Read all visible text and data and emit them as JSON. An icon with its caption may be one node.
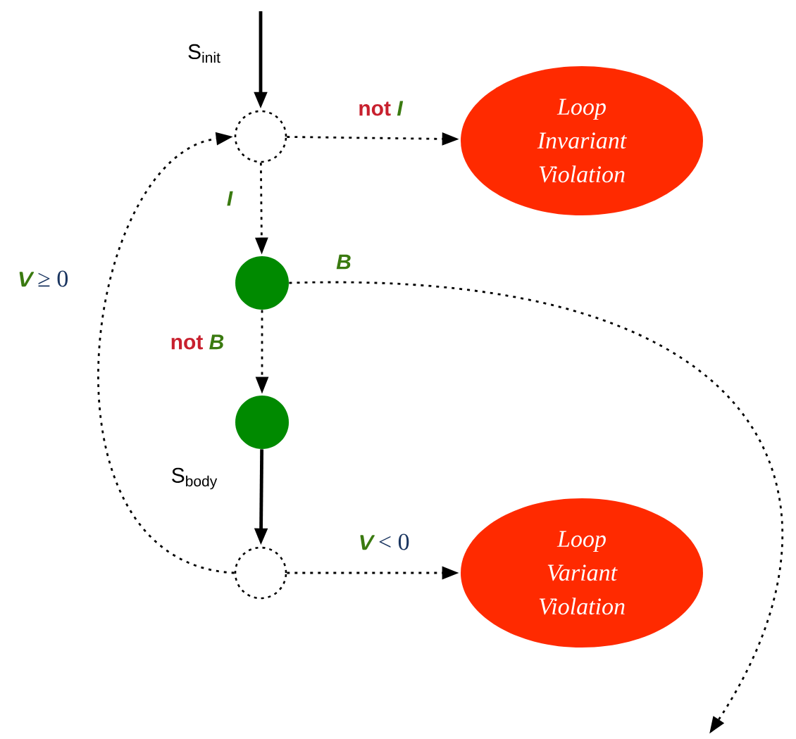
{
  "diagram": {
    "nodes": [
      {
        "text": [],
        "shape": "circle"
      },
      {
        "text": [
          "Loop Invariant Violation"
        ]
      },
      {
        "text": [],
        "shape": "circle"
      },
      {
        "text": [],
        "shape": "circle"
      },
      {
        "text": [],
        "shape": "circle"
      },
      {
        "text": [
          "Loop Variant Violation"
        ]
      }
    ],
    "edges": [
      {
        "from": null,
        "to": 0,
        "arrow": "to",
        "label": "S$_{init}$"
      },
      {
        "from": 0,
        "to": 1,
        "arrow": "to",
        "label": "not *I*",
        "style": "dashed"
      },
      {
        "from": 0,
        "to": 2,
        "arrow": "to",
        "label": "I",
        "style": "dashed"
      },
      {
        "from": 2,
        "to": null,
        "arrow": "to",
        "label": "B",
        "style": "dashed"
      },
      {
        "from": 2,
        "to": 3,
        "arrow": "to",
        "label": "not *B*",
        "style": "dashed"
      },
      {
        "from": 3,
        "to": 4,
        "arrow": "to",
        "label": "S$_{body}$"
      },
      {
        "from": 4,
        "to": 5,
        "arrow": "to",
        "label": "*V* < 0",
        "style": "dashed"
      },
      {
        "from": 4,
        "to": 0,
        "arrow": "to",
        "label": "*V* ≥ 0",
        "style": "dashed"
      }
    ]
  }
}
